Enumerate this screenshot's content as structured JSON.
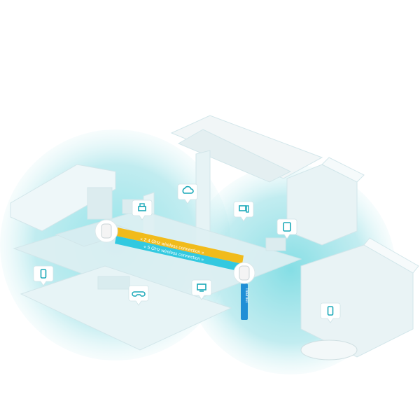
{
  "labels": {
    "band_24": "« 2.4 GHz wireless connection »",
    "band_5": "« 5 GHz wireless connection »",
    "internet": "Internet"
  },
  "colors": {
    "coverage_cyan": "#5fd3dc",
    "wall_white": "#eef7f8",
    "band_24_yellow": "#f2b70f",
    "band_5_cyan": "#29c6de",
    "internet_blue": "#1f8fd6",
    "pin_white": "#ffffff",
    "icon_teal": "#1aa8b8"
  },
  "devices": [
    {
      "icon": "cloud-storage-icon"
    },
    {
      "icon": "printer-icon"
    },
    {
      "icon": "desktop-computer-icon"
    },
    {
      "icon": "tablet-icon"
    },
    {
      "icon": "smartphone-icon"
    },
    {
      "icon": "game-controller-icon"
    },
    {
      "icon": "smart-tv-icon"
    },
    {
      "icon": "smartphone-garage-icon"
    }
  ],
  "routers": [
    {
      "icon": "deco-unit-icon",
      "role": "main"
    },
    {
      "icon": "deco-unit-icon",
      "role": "satellite"
    }
  ]
}
